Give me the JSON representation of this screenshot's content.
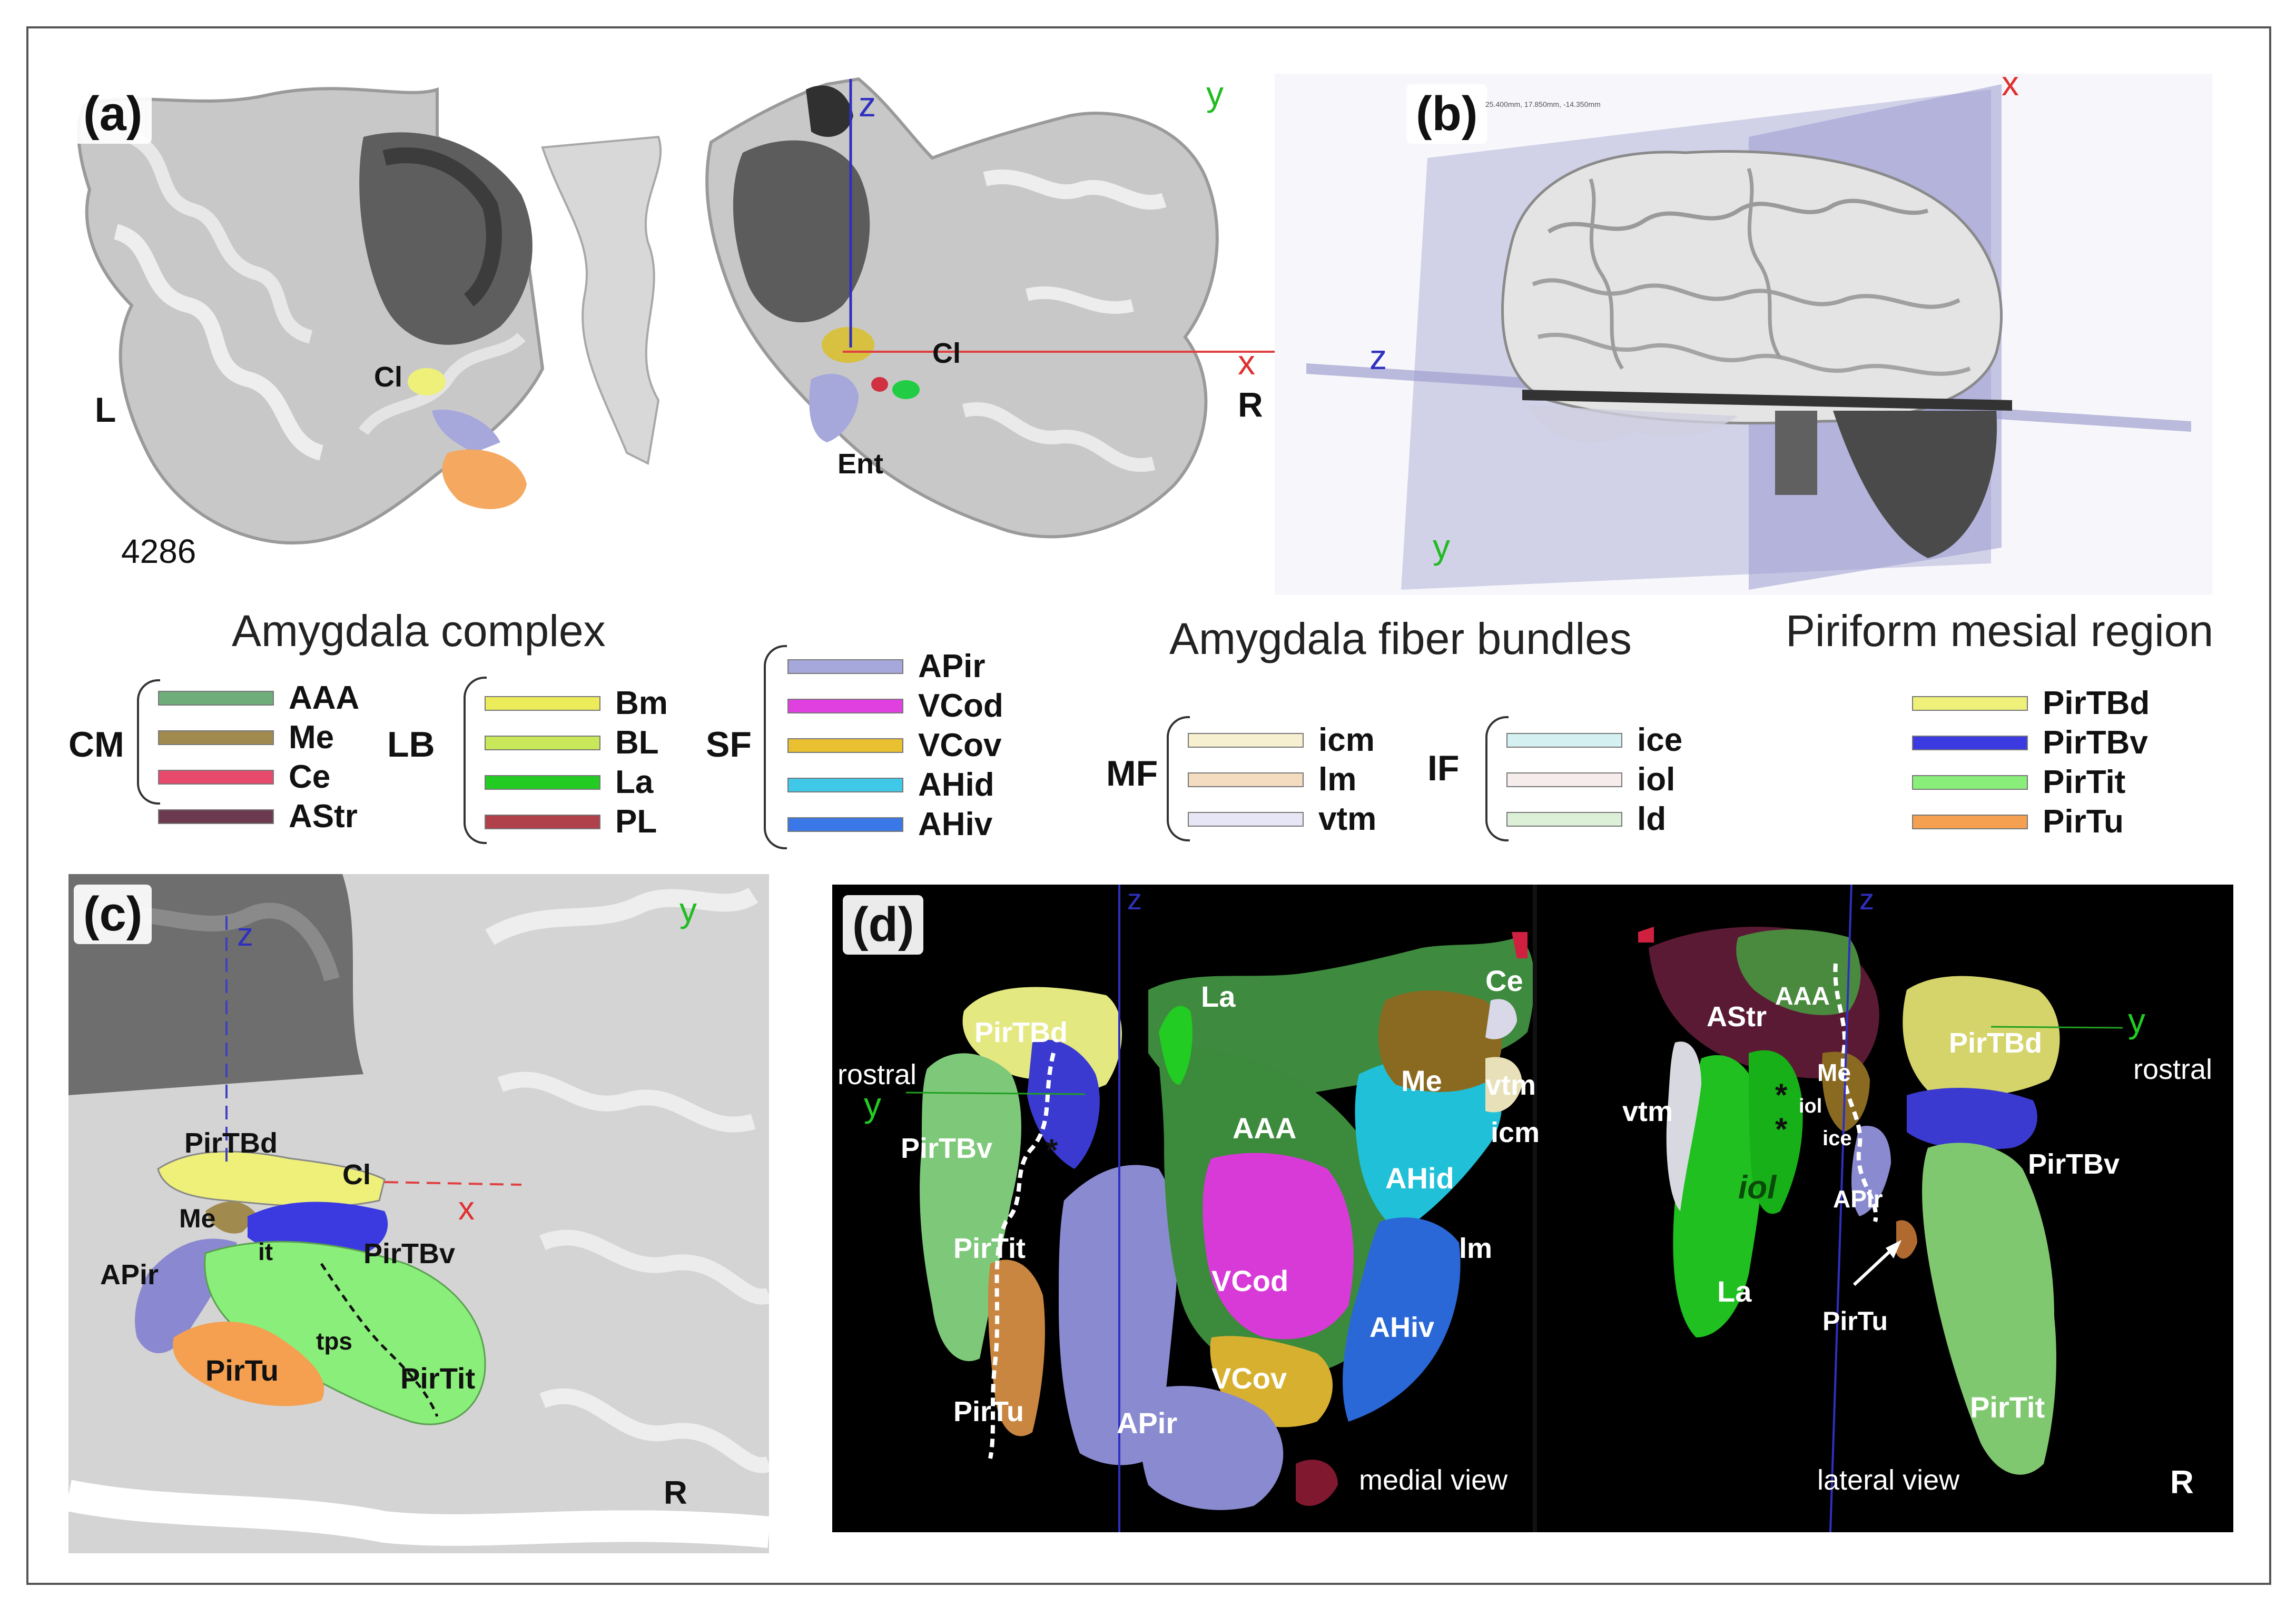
{
  "panels": {
    "a": {
      "label": "(a)",
      "section_number": "4286",
      "left": "L",
      "right": "R",
      "labels": {
        "cl_left": "Cl",
        "cl_right": "Cl",
        "ent": "Ent"
      },
      "axes": {
        "z": "z",
        "y": "y",
        "x": "x"
      }
    },
    "b": {
      "label": "(b)",
      "axes": {
        "x": "x",
        "z": "z",
        "y": "y"
      },
      "viewer_coords": "25.400mm, 17.850mm, -14.350mm"
    },
    "c": {
      "label": "(c)",
      "axes": {
        "z": "z",
        "y": "y",
        "x": "x"
      },
      "labels": {
        "pirtbd": "PirTBd",
        "cl": "Cl",
        "me": "Me",
        "it": "it",
        "pirtbv": "PirTBv",
        "apir": "APir",
        "tps": "tps",
        "pirtu": "PirTu",
        "pirtit": "PirTit",
        "r": "R"
      }
    },
    "d": {
      "label": "(d)",
      "medial": {
        "axes": {
          "z": "z",
          "y": "y"
        },
        "labels": {
          "la": "La",
          "ce": "Ce",
          "pirtbd": "PirTBd",
          "rostral": "rostral",
          "me": "Me",
          "vtm": "vtm",
          "aaa": "AAA",
          "icm": "icm",
          "pirtbv": "PirTBv",
          "star": "*",
          "ahid": "AHid",
          "pirtit": "PirTit",
          "lm": "lm",
          "vcod": "VCod",
          "ahiv": "AHiv",
          "vcov": "VCov",
          "pirtu": "PirTu",
          "apir": "APir"
        },
        "caption": "medial view"
      },
      "lateral": {
        "axes": {
          "z": "z",
          "y": "y"
        },
        "labels": {
          "astr": "AStr",
          "aaa": "AAA",
          "pirtbd": "PirTBd",
          "rostral": "rostral",
          "vtm": "vtm",
          "me": "Me",
          "iol_small": "iol",
          "ice": "ice",
          "star1": "*",
          "star2": "*",
          "pirtbv": "PirTBv",
          "iol": "iol",
          "apir": "APir",
          "la": "La",
          "pirtu": "PirTu",
          "pirtit": "PirTit",
          "r": "R"
        },
        "caption": "lateral view"
      }
    }
  },
  "legend": {
    "amygdala_complex": {
      "title": "Amygdala complex",
      "groups": [
        {
          "abbr": "CM",
          "items": [
            {
              "label": "AAA",
              "color": "#6fae7a"
            },
            {
              "label": "Me",
              "color": "#a08a4e"
            },
            {
              "label": "Ce",
              "color": "#e84a6e"
            },
            {
              "label": "AStr",
              "color": "#6b3a4e"
            }
          ]
        },
        {
          "abbr": "LB",
          "items": [
            {
              "label": "Bm",
              "color": "#ecec5a"
            },
            {
              "label": "BL",
              "color": "#c8e85a"
            },
            {
              "label": "La",
              "color": "#22cc22"
            },
            {
              "label": "PL",
              "color": "#b0404a"
            }
          ]
        },
        {
          "abbr": "SF",
          "items": [
            {
              "label": "APir",
              "color": "#a6a8dc"
            },
            {
              "label": "VCod",
              "color": "#e040e0"
            },
            {
              "label": "VCov",
              "color": "#e8c030"
            },
            {
              "label": "AHid",
              "color": "#40c8e8"
            },
            {
              "label": "AHiv",
              "color": "#3a78e8"
            }
          ]
        }
      ]
    },
    "fiber_bundles": {
      "title": "Amygdala fiber bundles",
      "groups": [
        {
          "abbr": "MF",
          "items": [
            {
              "label": "icm",
              "color": "#f6f0d0"
            },
            {
              "label": "lm",
              "color": "#f4dcc0"
            },
            {
              "label": "vtm",
              "color": "#e6e6f6"
            }
          ]
        },
        {
          "abbr": "IF",
          "items": [
            {
              "label": "ice",
              "color": "#d4f0f0"
            },
            {
              "label": "iol",
              "color": "#f6ecec"
            },
            {
              "label": "ld",
              "color": "#dcf0d8"
            }
          ]
        }
      ]
    },
    "piriform": {
      "title": "Piriform mesial region",
      "items": [
        {
          "label": "PirTBd",
          "color": "#eef07a"
        },
        {
          "label": "PirTBv",
          "color": "#3a3ae0"
        },
        {
          "label": "PirTit",
          "color": "#8aee7a"
        },
        {
          "label": "PirTu",
          "color": "#f4a050"
        }
      ]
    }
  }
}
